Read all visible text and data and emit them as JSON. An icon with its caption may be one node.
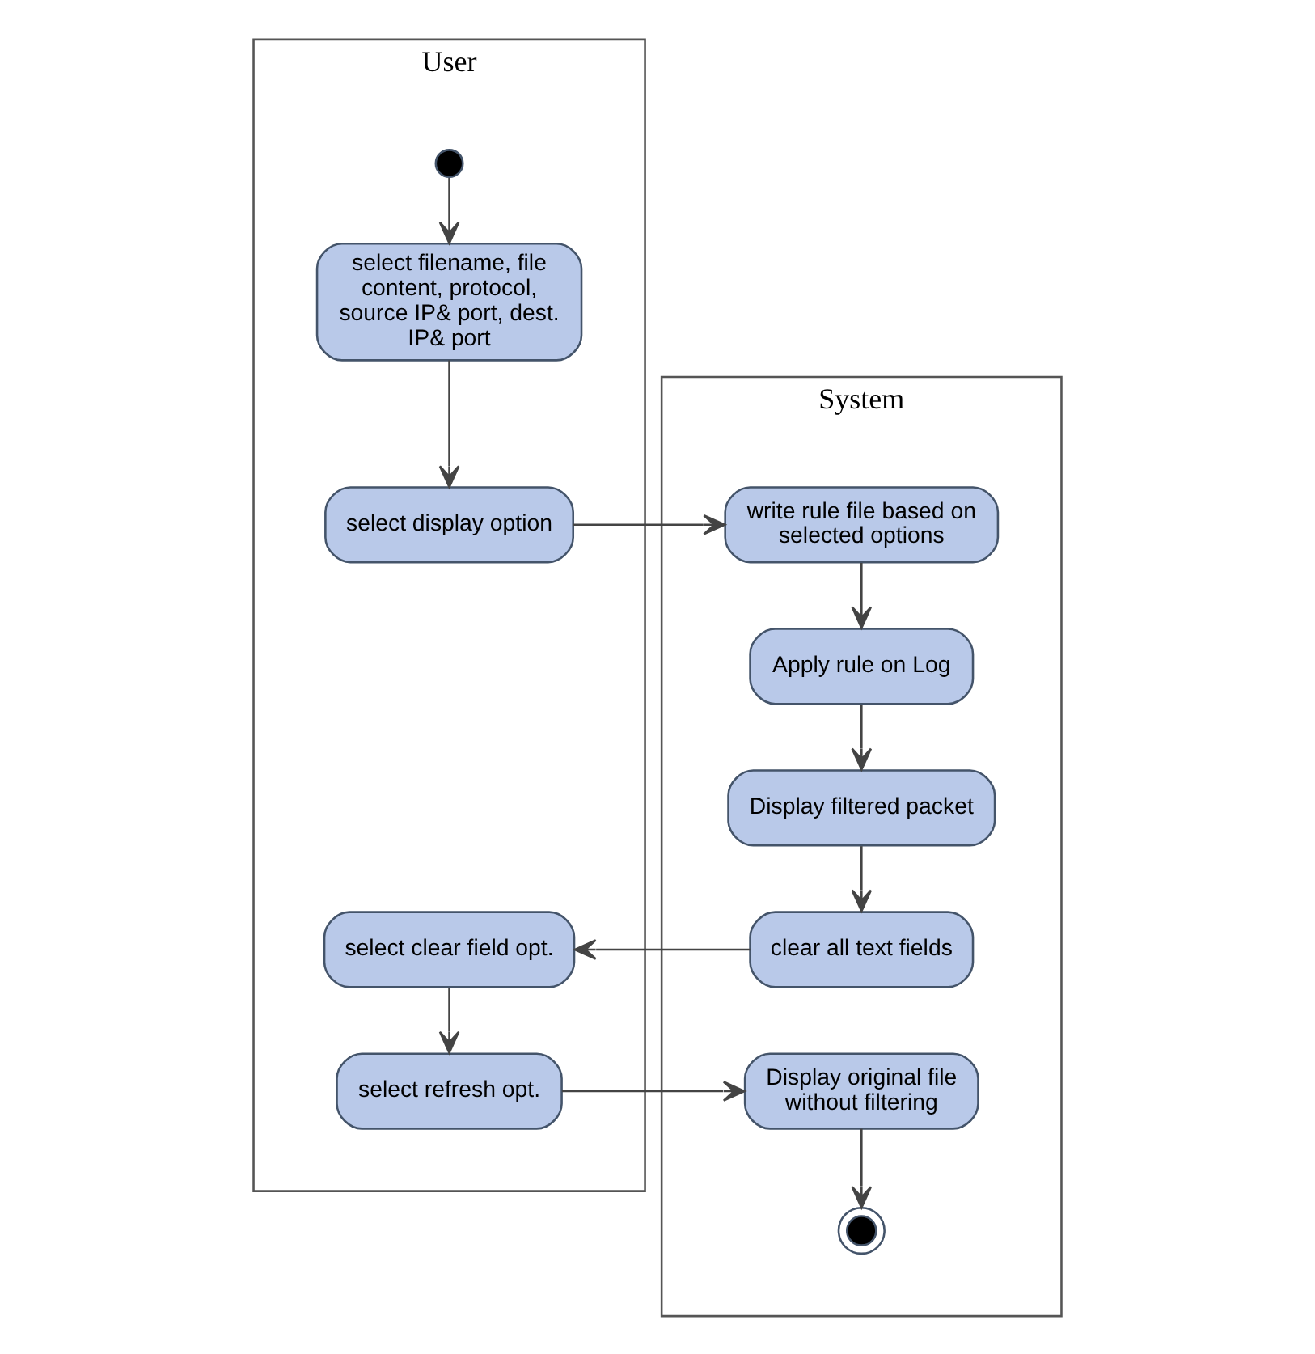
{
  "diagram": {
    "nodes": [
      {
        "text": [
          "User"
        ]
      },
      {
        "text": [
          "System"
        ]
      },
      {
        "text": [],
        "shape": "circle",
        "in": 0
      },
      {
        "text": [
          "select filename, file content, protocol, source IP& port, dest. IP& port"
        ],
        "in": 0
      },
      {
        "text": [
          "select display option"
        ],
        "in": 0
      },
      {
        "text": [
          "select clear field opt."
        ],
        "in": 0
      },
      {
        "text": [
          "select refresh opt."
        ],
        "in": 0
      },
      {
        "text": [
          "write rule file based on selected options"
        ],
        "in": 1
      },
      {
        "text": [
          "Apply rule on Log"
        ],
        "in": 1
      },
      {
        "text": [
          "Display filtered packet"
        ],
        "in": 1
      },
      {
        "text": [
          "clear all text fields"
        ],
        "in": 1
      },
      {
        "text": [
          "Display original file without filtering"
        ],
        "in": 1
      },
      {
        "text": [],
        "shape": "bullseye",
        "in": 1
      }
    ],
    "edges": [
      {
        "from": 2,
        "to": 3,
        "arrow": "to"
      },
      {
        "from": 3,
        "to": 4,
        "arrow": "to"
      },
      {
        "from": 4,
        "to": 7,
        "arrow": "to"
      },
      {
        "from": 7,
        "to": 8,
        "arrow": "to"
      },
      {
        "from": 8,
        "to": 9,
        "arrow": "to"
      },
      {
        "from": 9,
        "to": 10,
        "arrow": "to"
      },
      {
        "from": 10,
        "to": 5,
        "arrow": "to"
      },
      {
        "from": 5,
        "to": 6,
        "arrow": "to"
      },
      {
        "from": 6,
        "to": 11,
        "arrow": "to"
      },
      {
        "from": 11,
        "to": 12,
        "arrow": "to"
      }
    ]
  }
}
